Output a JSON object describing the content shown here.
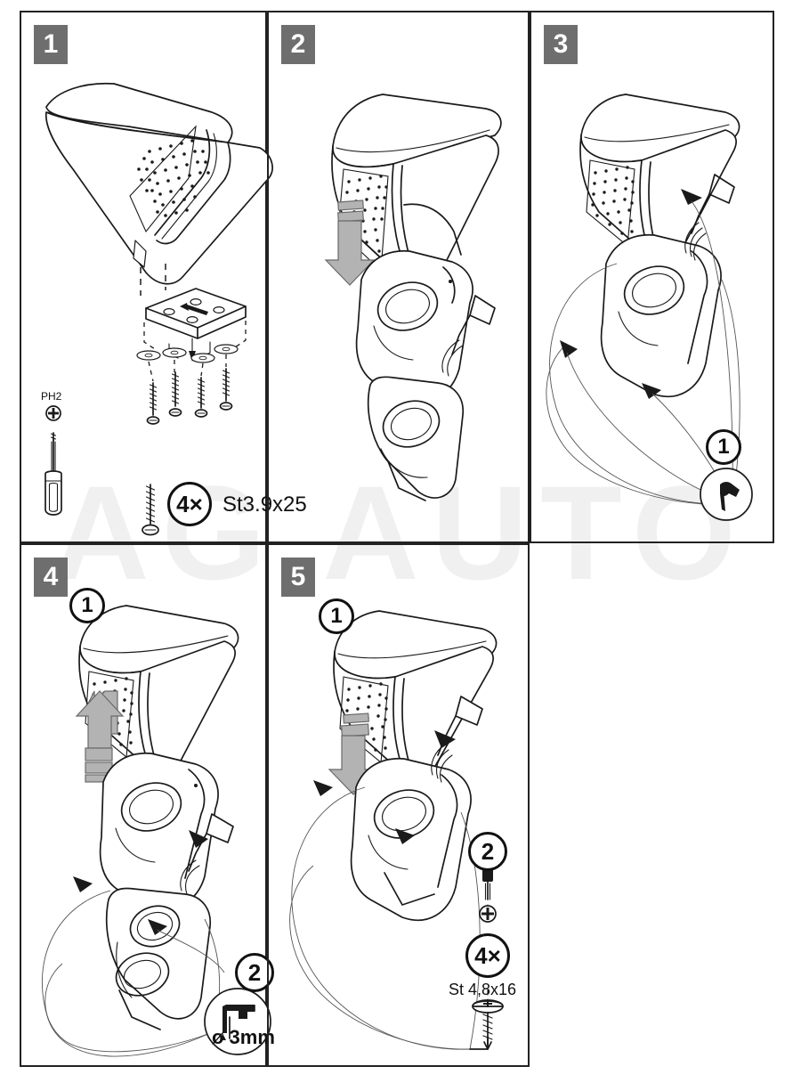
{
  "document": {
    "type": "installation-instructions",
    "product": "car-centre-console-armrest",
    "watermark_text": "AG AUTO",
    "sheet_size": "900x1225"
  },
  "panels": [
    {
      "id": "panel-1",
      "step_number": "1",
      "caption": "",
      "icons": [
        "armrest",
        "mounting-bracket",
        "washers",
        "screws",
        "screwdriver"
      ],
      "parts": {
        "bit_label": "PH2",
        "quantity": "4×",
        "screw_spec": "St3.9x25"
      }
    },
    {
      "id": "panel-2",
      "step_number": "2",
      "caption": "",
      "icons": [
        "armrest",
        "centre-console",
        "down-arrow"
      ],
      "arrow_direction": "down"
    },
    {
      "id": "panel-3",
      "step_number": "3",
      "caption": "",
      "icons": [
        "armrest",
        "centre-console",
        "mark-arrows",
        "pen-icon"
      ],
      "callouts": [
        {
          "number": "1",
          "icon": "pen-icon",
          "label": ""
        }
      ],
      "marker_count": "3"
    },
    {
      "id": "panel-4",
      "step_number": "4",
      "caption": "",
      "icons": [
        "armrest",
        "centre-console",
        "up-arrow",
        "drill-icon"
      ],
      "arrow_direction": "up",
      "badges": [
        {
          "number": "1"
        }
      ],
      "callouts": [
        {
          "number": "2",
          "icon": "drill-icon",
          "label": "ø 3mm"
        }
      ],
      "marker_count": "3"
    },
    {
      "id": "panel-5",
      "step_number": "5",
      "caption": "",
      "icons": [
        "armrest",
        "centre-console",
        "down-arrow",
        "screwdriver",
        "philips-bit",
        "screw"
      ],
      "arrow_direction": "down",
      "badges": [
        {
          "number": "1"
        }
      ],
      "callouts": [
        {
          "number": "2",
          "icon": "screw-kit"
        }
      ],
      "parts": {
        "quantity": "4×",
        "screw_spec": "St 4,8x16"
      },
      "marker_count": "3"
    }
  ],
  "colors": {
    "line": "#1a1a1a",
    "badge_bg": "#6e6e6e",
    "badge_text": "#ffffff",
    "arrow_fill": "#b3b3b3",
    "watermark": "#f0f0f0",
    "page_bg": "#ffffff"
  }
}
